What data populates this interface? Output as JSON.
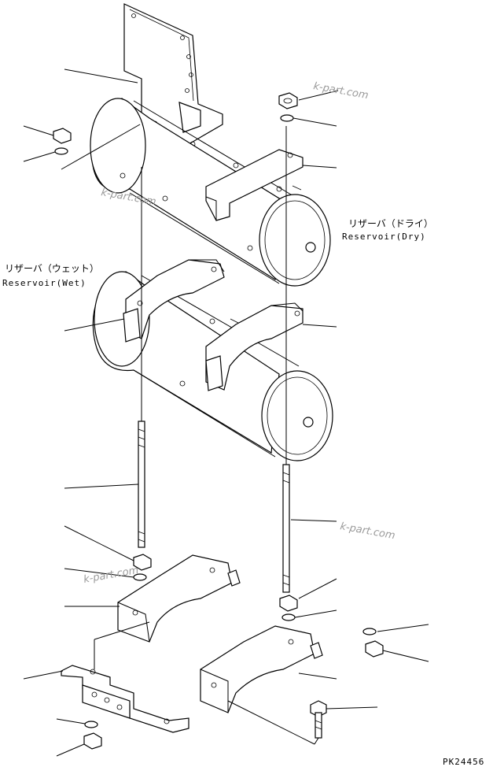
{
  "labels": {
    "reservoir_dry_jp": "リザーバ（ドライ）",
    "reservoir_dry_en": "Reservoir(Dry)",
    "reservoir_wet_jp": "リザーバ（ウェット）",
    "reservoir_wet_en": "Reservoir(Wet)",
    "figure_code": "PK24456"
  },
  "watermarks": [
    "k-part.com",
    "k-part.com",
    "k-part.com",
    "k-part.com"
  ]
}
